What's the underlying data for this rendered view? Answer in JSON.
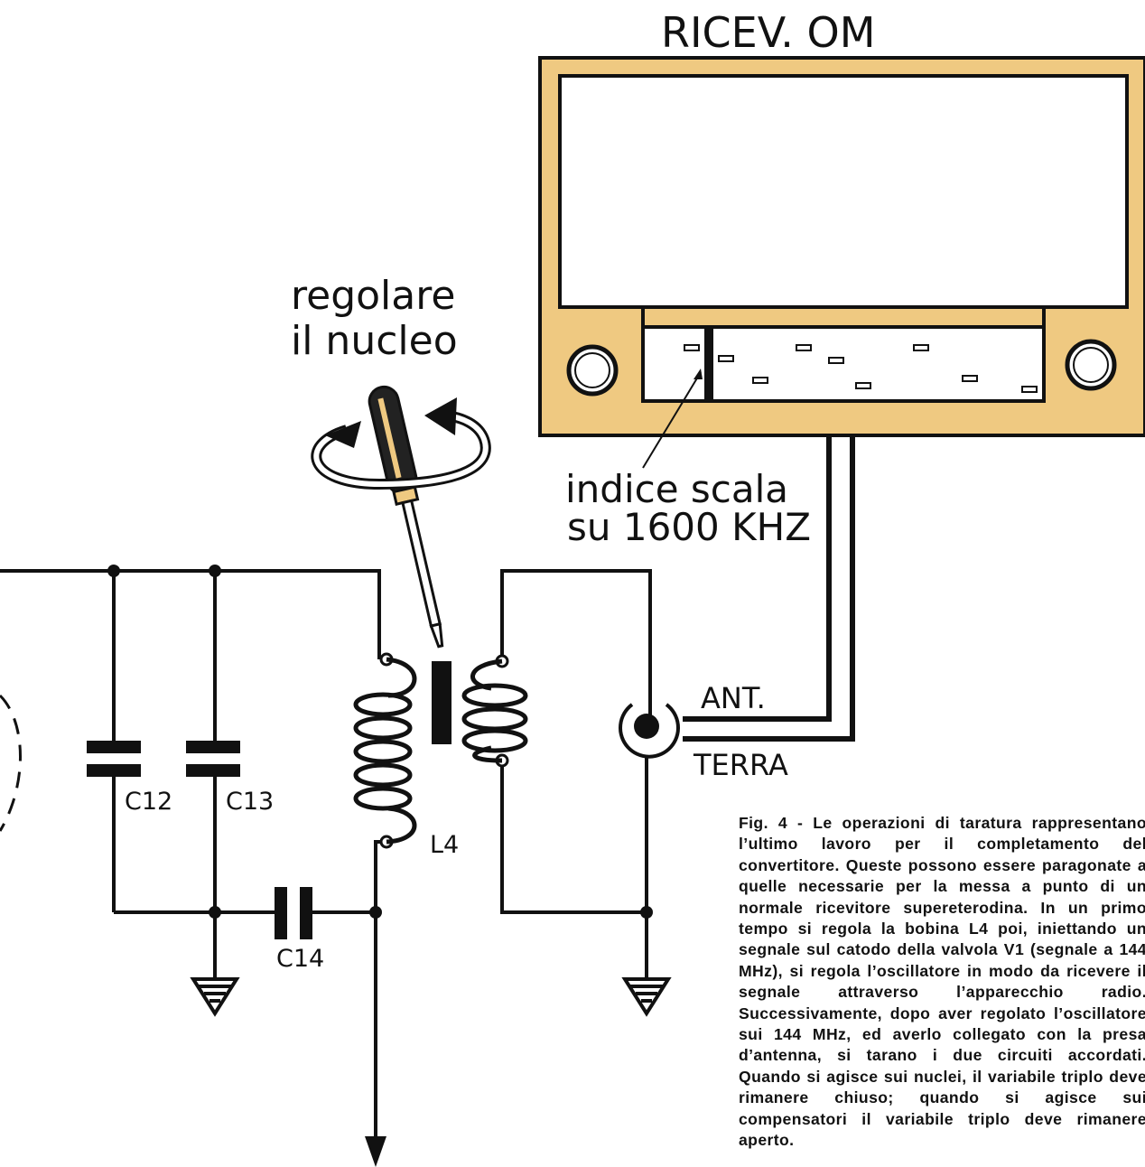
{
  "receiver": {
    "title": "RICEV. OM",
    "cabinet_color": "#EFC981"
  },
  "labels": {
    "adjust_line1": "regolare",
    "adjust_line2": "il nucleo",
    "pointer_line1": "indice scala",
    "pointer_line2": "su 1600 KHZ",
    "ant": "ANT.",
    "terra": "TERRA",
    "c12": "C12",
    "c13": "C13",
    "c14": "C14",
    "l4": "L4"
  },
  "caption": "Fig. 4 - Le operazioni di taratura rappresentano l’ultimo lavoro per il completamento del convertitore. Queste possono essere paragonate a quelle necessarie per la messa a punto di un normale ricevitore supereterodina. In un primo tempo si regola la bobina L4 poi, iniettando un segnale sul catodo della valvola V1 (segnale a 144 MHz), si regola l’oscillatore in modo da ricevere il segnale attraverso l’apparecchio radio. Successivamente, dopo aver regolato l’oscillatore sui 144 MHz, ed averlo collegato con la presa d’antenna, si tarano i due circuiti accordati. Quando si agisce sui nuclei, il variabile triplo deve rimanere chiuso; quando si agisce sui compensatori il variabile triplo deve rimanere aperto."
}
